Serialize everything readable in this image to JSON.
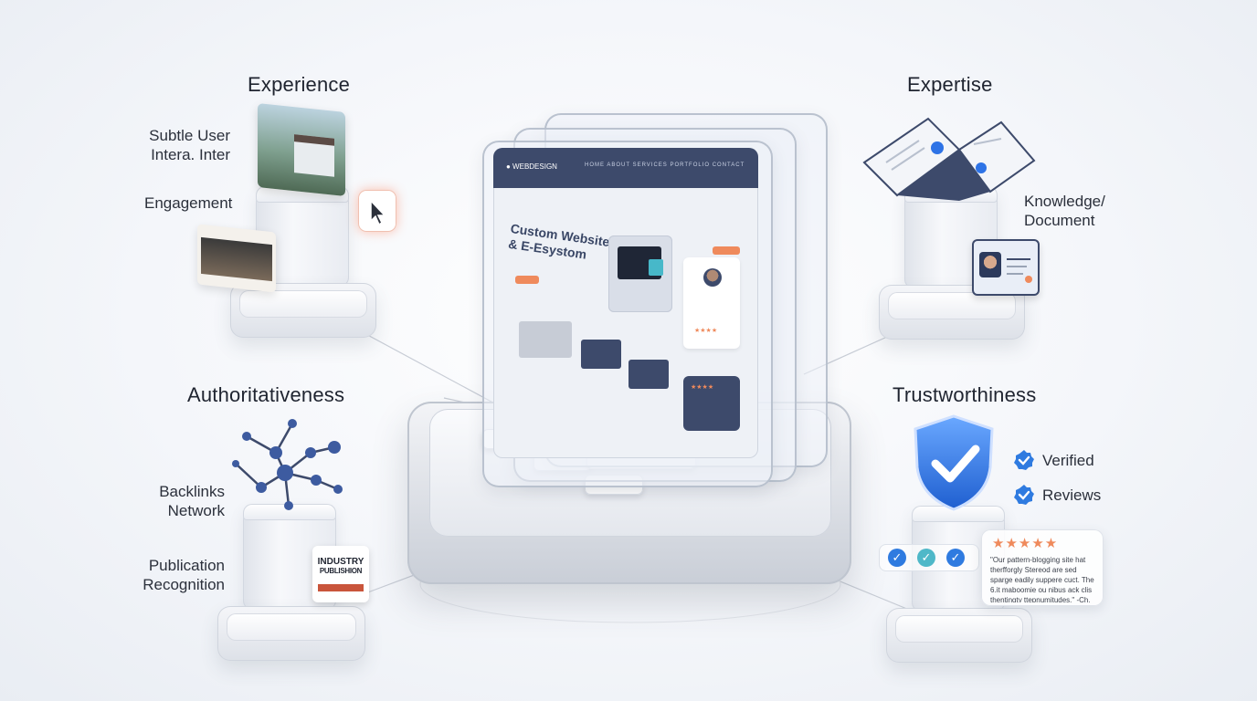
{
  "headings": {
    "experience": "Experience",
    "expertise": "Expertise",
    "authoritativeness": "Authoritativeness",
    "trustworthiness": "Trustworthiness"
  },
  "experience": {
    "label_1_line1": "Subtle User",
    "label_1_line2": "Intera. Inter",
    "label_2": "Engagement"
  },
  "expertise": {
    "label_line1": "Knowledge/",
    "label_line2": "Document"
  },
  "authoritativeness": {
    "label_1_line1": "Backlinks",
    "label_1_line2": "Network",
    "label_2_line1": "Publication",
    "label_2_line2": "Recognition",
    "badge_line1": "INDUSTRY",
    "badge_line2": "PUBLISHION"
  },
  "trustworthiness": {
    "verified": "Verified",
    "reviews": "Reviews",
    "review_stars": "★★★★★",
    "review_text": "\"Our pattern-blogging site hat therfforgly Stereod are sed sparge eadily suppere cuct. The 6.it maboomie ou nibus ack clis thentingty ttepnumitudes.\" -Ch. ALs."
  },
  "screen": {
    "brand": "● WEBDESIGN",
    "nav": "HOME  ABOUT  SERVICES  PORTFOLIO  CONTACT",
    "headline_line1": "Custom Website",
    "headline_line2": "& E-Esystom",
    "profile_stars": "★★★★",
    "review_stars": "★★★★"
  },
  "colors": {
    "accent_navy": "#3d4a6b",
    "accent_orange": "#ef8a5c",
    "check_blue": "#2f7be0",
    "check_teal": "#4fb8c8",
    "shield_blue": "#2e73e6"
  },
  "icons": [
    "cursor-icon",
    "open-book-icon",
    "id-badge-icon",
    "network-graph-icon",
    "shield-check-icon",
    "verified-badge-icon",
    "star-icon"
  ]
}
